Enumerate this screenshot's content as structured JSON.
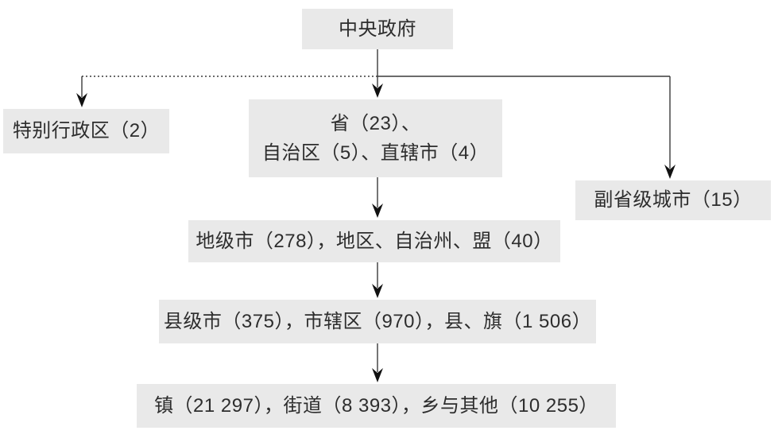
{
  "diagram": {
    "type": "flowchart",
    "subject": "administrative-divisions-hierarchy",
    "nodes": {
      "central": {
        "label": "中央政府"
      },
      "sar": {
        "label": "特别行政区（2）"
      },
      "provinces": {
        "line1": "省（23）、",
        "line2": "自治区（5）、直辖市（4）"
      },
      "sub_provincial": {
        "label": "副省级城市（15）"
      },
      "prefecture": {
        "label": "地级市（278），地区、自治州、盟（40）"
      },
      "county": {
        "label": "县级市（375），市辖区（970），县、旗（1 506）"
      },
      "township": {
        "label": "镇（21 297），街道（8 393），乡与其他（10 255）"
      }
    },
    "edges": [
      {
        "from": "central",
        "to": "sar",
        "style": "dotted",
        "arrow": "filled-triangle-down"
      },
      {
        "from": "central",
        "to": "provinces",
        "style": "solid",
        "arrow": "filled-triangle-down"
      },
      {
        "from": "central",
        "to": "sub_provincial",
        "style": "solid",
        "arrow": "filled-triangle-down"
      },
      {
        "from": "provinces",
        "to": "prefecture",
        "style": "solid",
        "arrow": "filled-triangle-down"
      },
      {
        "from": "prefecture",
        "to": "county",
        "style": "solid",
        "arrow": "filled-triangle-down"
      },
      {
        "from": "county",
        "to": "township",
        "style": "solid",
        "arrow": "filled-triangle-down"
      }
    ],
    "colors": {
      "background": "#ffffff",
      "box_fill": "#e9e9e9",
      "text": "#2d2d2d",
      "line": "#3a3a3a"
    }
  }
}
